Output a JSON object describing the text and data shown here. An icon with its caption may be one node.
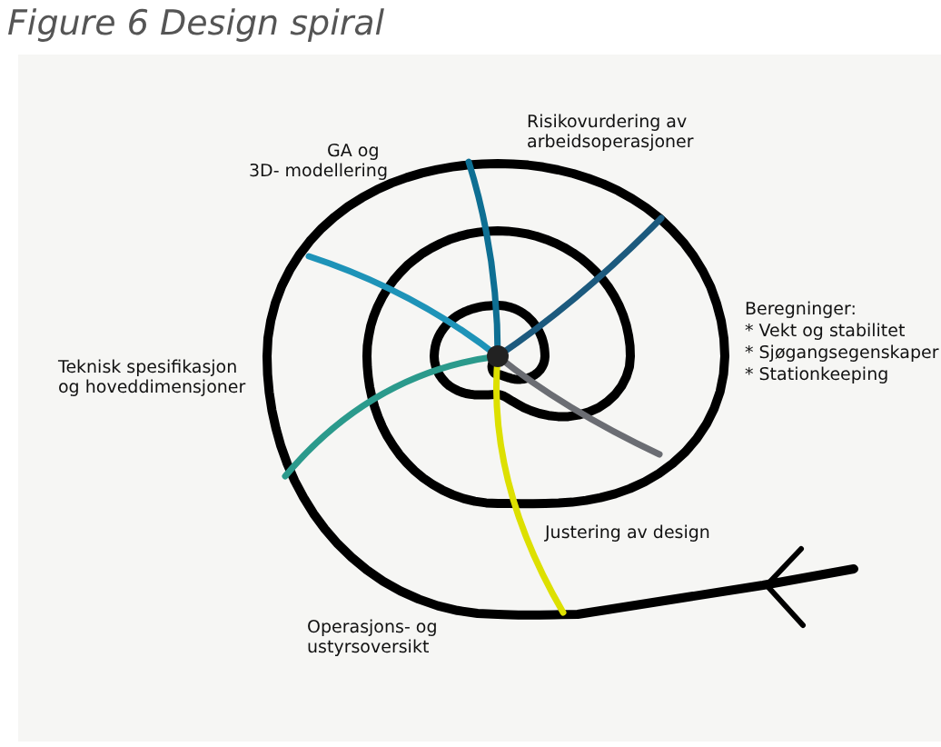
{
  "diagram": {
    "title": "Figure 6 Design spiral",
    "labels": [
      "GA og 3D- modellering",
      "Risikovurdering av arbeidsoperasjoner",
      "Beregninger:",
      "* Vekt og stabilitet",
      "* Sjøgangsegenskaper",
      "* Stationkeeping",
      "Teknisk spesifikasjon og hoveddimensjoner",
      "Justering av design",
      "Operasjons- og ustyrsoversikt"
    ]
  }
}
